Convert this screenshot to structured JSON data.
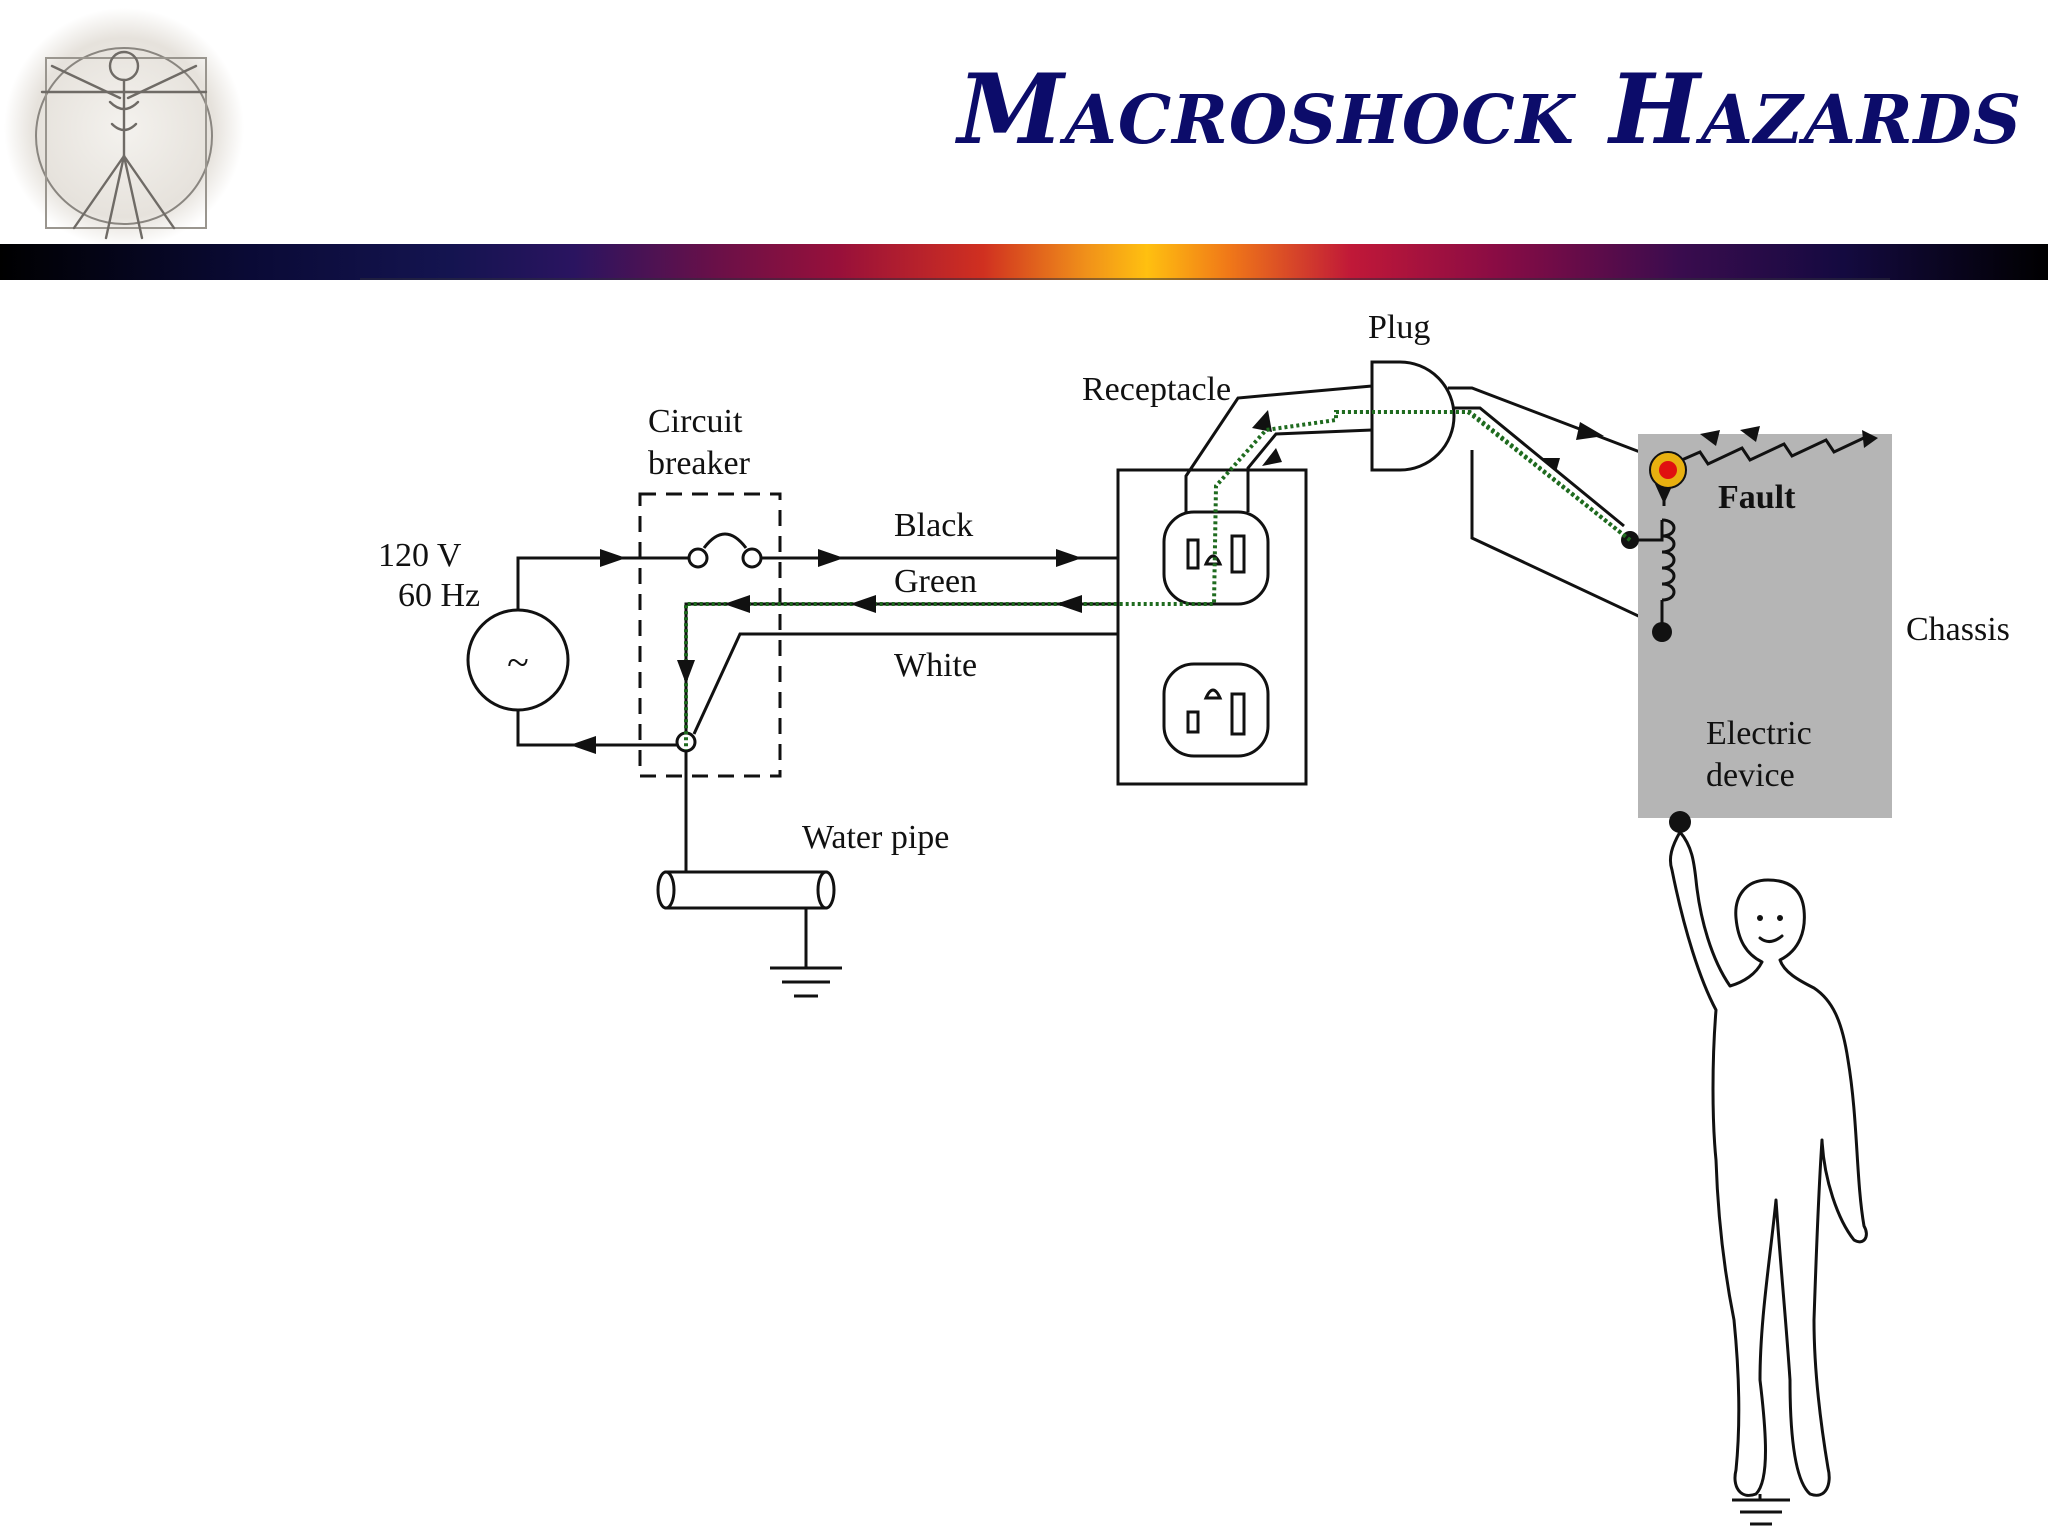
{
  "slide": {
    "title": "Macroshock Hazards"
  },
  "diagram": {
    "source_label_line1": "120 V",
    "source_label_line2": "60 Hz",
    "source_symbol": "~",
    "breaker_label_line1": "Circuit",
    "breaker_label_line2": "breaker",
    "wire_black": "Black",
    "wire_green": "Green",
    "wire_white": "White",
    "receptacle_label": "Receptacle",
    "plug_label": "Plug",
    "fault_label": "Fault",
    "chassis_label": "Chassis",
    "device_label_line1": "Electric",
    "device_label_line2": "device",
    "water_pipe_label": "Water pipe"
  },
  "colors": {
    "title": "#0c0c6a",
    "ground_path": "#1f6b1f",
    "fault_ring": "#e8b010",
    "fault_core": "#e01010",
    "chassis": "#b5b5b5"
  },
  "icons": {
    "logo": "vitruvian-man-icon",
    "source": "ac-source-icon",
    "ground": "ground-symbol-icon",
    "fault": "fault-marker-icon",
    "person": "person-figure-icon"
  }
}
